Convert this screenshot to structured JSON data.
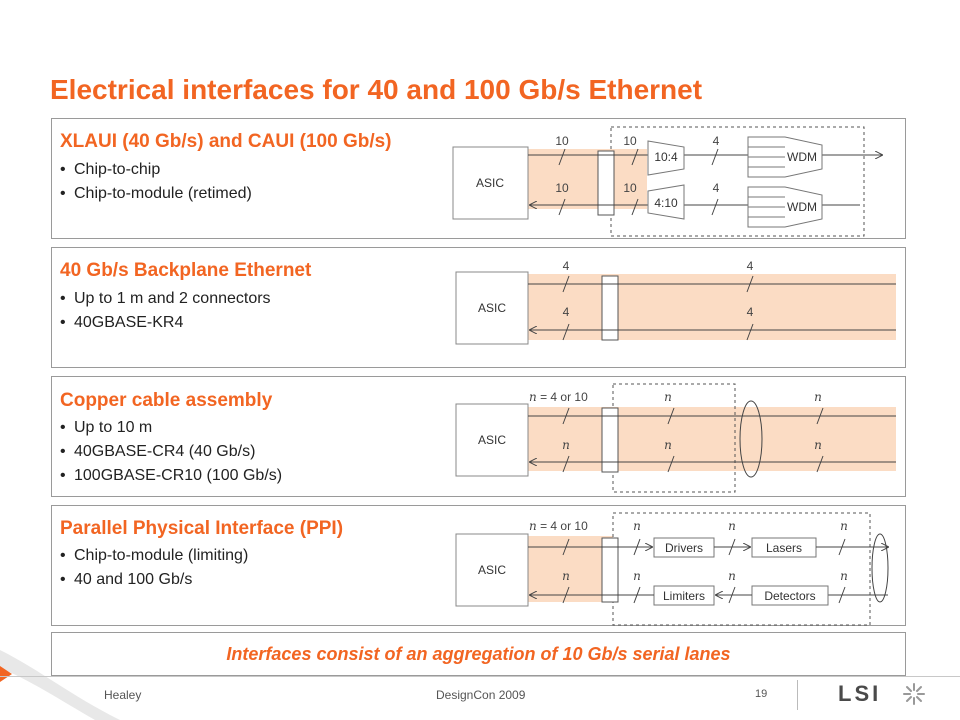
{
  "slide": {
    "title": "Electrical interfaces for 40 and 100 Gb/s Ethernet",
    "summary": "Interfaces consist of an aggregation of 10 Gb/s serial lanes"
  },
  "panels": {
    "xlaui": {
      "title": "XLAUI (40 Gb/s) and CAUI (100 Gb/s)",
      "bullets": [
        "Chip-to-chip",
        "Chip-to-module (retimed)"
      ],
      "asic": "ASIC",
      "lane_top_left": "10",
      "lane_top_mid": "10",
      "lane_top_right": "4",
      "lane_bot_left": "10",
      "lane_bot_mid": "10",
      "lane_bot_right": "4",
      "gearbox_tx": "10:4",
      "gearbox_rx": "4:10",
      "wdm_tx": "WDM",
      "wdm_rx": "WDM"
    },
    "backplane": {
      "title": "40 Gb/s Backplane Ethernet",
      "bullets": [
        "Up to 1 m and 2 connectors",
        "40GBASE-KR4"
      ],
      "asic": "ASIC",
      "lane_top_left": "4",
      "lane_top_right": "4",
      "lane_bot_left": "4",
      "lane_bot_right": "4"
    },
    "copper": {
      "title": "Copper cable assembly",
      "bullets": [
        "Up to 10 m",
        "40GBASE-CR4 (40 Gb/s)",
        "100GBASE-CR10 (100 Gb/s)"
      ],
      "asic": "ASIC",
      "n_var": "n",
      "n_def": " = 4 or 10"
    },
    "ppi": {
      "title": "Parallel Physical Interface (PPI)",
      "bullets": [
        "Chip-to-module (limiting)",
        "40 and 100 Gb/s"
      ],
      "asic": "ASIC",
      "n_var": "n",
      "n_def": " = 4 or 10",
      "drivers": "Drivers",
      "lasers": "Lasers",
      "limiters": "Limiters",
      "detectors": "Detectors"
    }
  },
  "footer": {
    "author": "Healey",
    "event": "DesignCon 2009",
    "page": "19",
    "logo": "LSI"
  },
  "colors": {
    "accent": "#f26522",
    "lane_fill": "#fbdcc4",
    "text": "#222222",
    "border": "#9a9a9a"
  }
}
